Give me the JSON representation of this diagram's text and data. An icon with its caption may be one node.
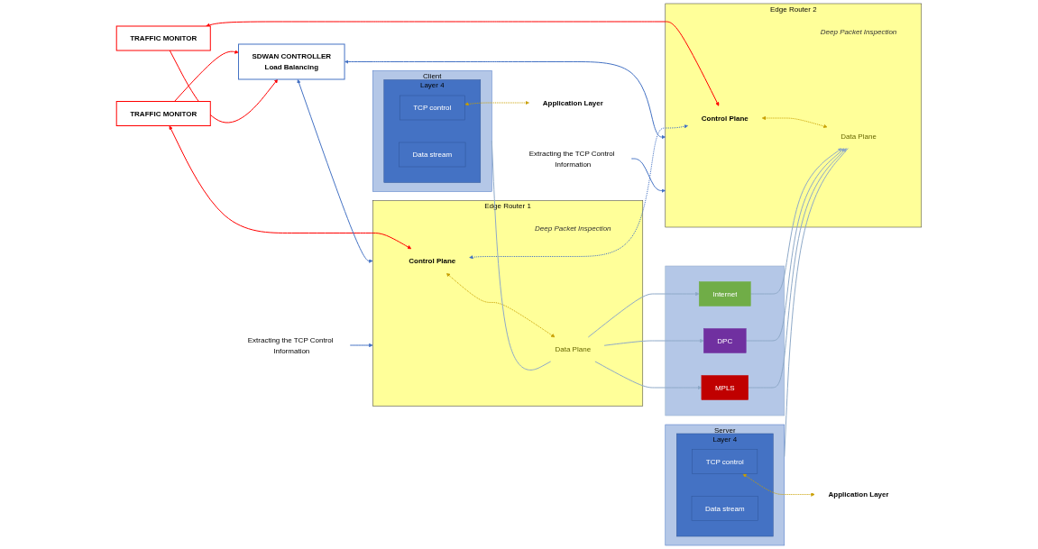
{
  "diagram": {
    "nodes": [
      {
        "text": [
          "SDWAN CONTROLLER",
          "Load Balancing"
        ]
      },
      {
        "text": [
          "TRAFFIC MONITOR"
        ]
      },
      {
        "text": [
          "TRAFFIC MONITOR"
        ]
      },
      {
        "text": [
          "Edge Router 1"
        ]
      },
      {
        "text": [
          "Control Plane"
        ],
        "in": 3
      },
      {
        "text": [
          "Deep Packet Inspection"
        ],
        "in": 3
      },
      {
        "text": [
          "Data Plane"
        ],
        "in": 3
      },
      {
        "text": [],
        "shape": "box"
      },
      {
        "text": [
          "Internet"
        ],
        "in": 7
      },
      {
        "text": [
          "DPC"
        ],
        "in": 7
      },
      {
        "text": [
          "MPLS"
        ],
        "in": 7
      },
      {
        "text": [
          "Edge Router 2"
        ]
      },
      {
        "text": [
          "Control Plane"
        ],
        "in": 11
      },
      {
        "text": [
          "Deep Packet Inspection"
        ],
        "in": 11
      },
      {
        "text": [
          "Data Plane"
        ],
        "in": 11
      },
      {
        "text": [
          "Client"
        ]
      },
      {
        "text": [
          "Layer 4"
        ],
        "in": 15
      },
      {
        "text": [
          "TCP control"
        ],
        "in": 16
      },
      {
        "text": [
          "Data stream"
        ],
        "in": 16
      },
      {
        "text": [
          "Application Layer"
        ]
      },
      {
        "text": [
          "Server"
        ]
      },
      {
        "text": [
          "Layer 4"
        ],
        "in": 20
      },
      {
        "text": [
          "TCP control"
        ],
        "in": 21
      },
      {
        "text": [
          "Data stream"
        ],
        "in": 21
      },
      {
        "text": [
          "Application Layer"
        ]
      },
      {
        "text": [
          "Extracting the TCP Control Information"
        ]
      },
      {
        "text": [
          "Extracting the TCP Control Information"
        ]
      }
    ],
    "edges": [
      {
        "from": 1,
        "to": 0,
        "arrow": "to",
        "color": "#ff0000"
      },
      {
        "from": 2,
        "to": 0,
        "arrow": "to",
        "color": "#ff0000"
      },
      {
        "from": 1,
        "to": 4,
        "arrow": "both",
        "color": "#ff0000"
      },
      {
        "from": 2,
        "to": 12,
        "arrow": "both",
        "color": "#ff0000"
      },
      {
        "from": 0,
        "to": 3,
        "arrow": "both"
      },
      {
        "from": 0,
        "to": 11,
        "arrow": "both"
      },
      {
        "from": 4,
        "to": 12,
        "arrow": "both",
        "style": "dashed"
      },
      {
        "from": 4,
        "to": 6,
        "arrow": "both",
        "style": "dashed",
        "color": "#c9a000"
      },
      {
        "from": 12,
        "to": 14,
        "arrow": "both",
        "style": "dashed",
        "color": "#c9a000"
      },
      {
        "from": 6,
        "to": 8,
        "arrow": "to",
        "color": "#8ea9c8"
      },
      {
        "from": 6,
        "to": 9,
        "arrow": "to",
        "color": "#8ea9c8"
      },
      {
        "from": 6,
        "to": 10,
        "arrow": "to",
        "color": "#8ea9c8"
      },
      {
        "from": 8,
        "to": 14,
        "arrow": "to",
        "color": "#8ea9c8"
      },
      {
        "from": 9,
        "to": 14,
        "arrow": "to",
        "color": "#8ea9c8"
      },
      {
        "from": 10,
        "to": 14,
        "arrow": "to",
        "color": "#8ea9c8"
      },
      {
        "from": 17,
        "to": 19,
        "arrow": "both",
        "style": "dashed",
        "color": "#c9a000"
      },
      {
        "from": 22,
        "to": 24,
        "arrow": "both",
        "style": "dashed",
        "color": "#c9a000"
      },
      {
        "from": 15,
        "to": 6,
        "arrow": "none",
        "color": "#8ea9c8"
      },
      {
        "from": 20,
        "to": 14,
        "arrow": "none",
        "color": "#8ea9c8"
      },
      {
        "from": 25,
        "to": 3,
        "arrow": "to"
      },
      {
        "from": 26,
        "to": 11,
        "arrow": "to"
      }
    ]
  }
}
